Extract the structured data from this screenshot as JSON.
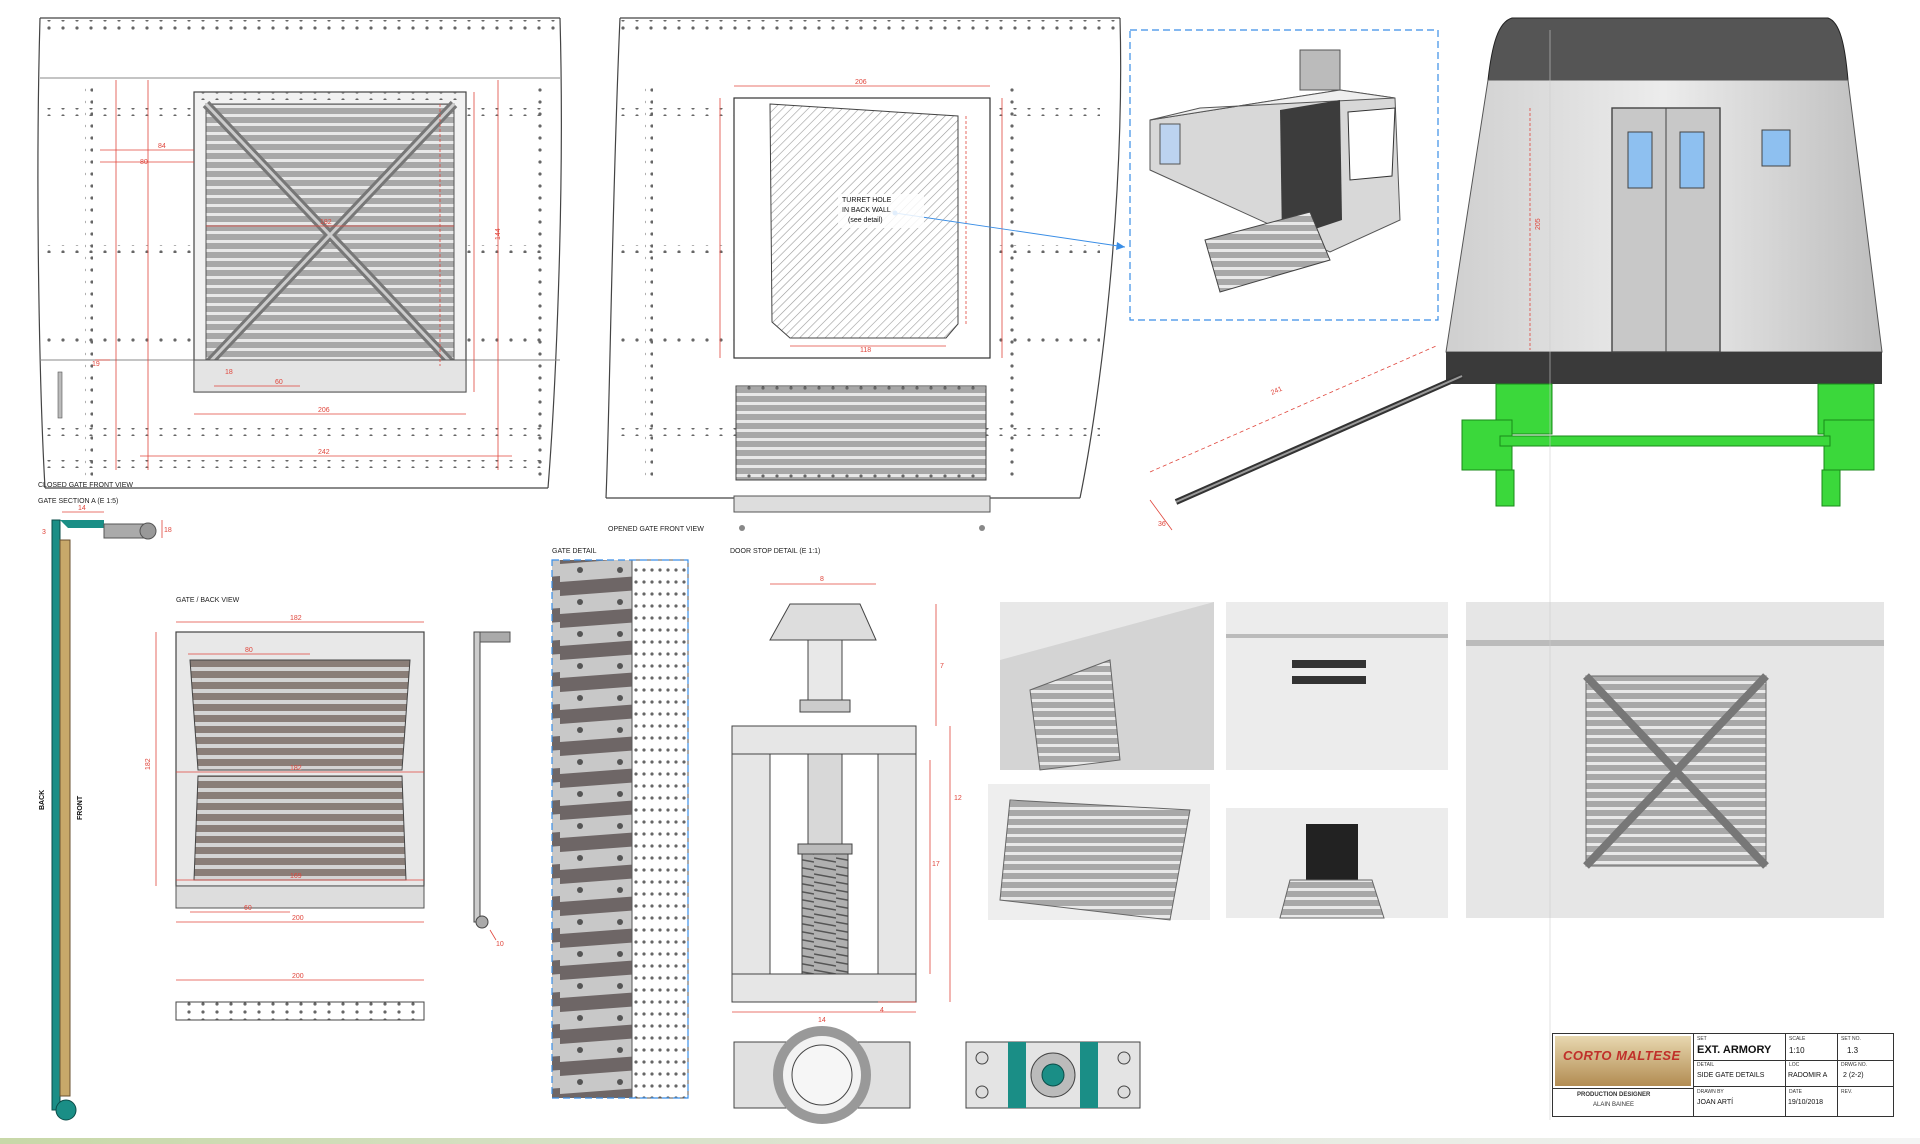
{
  "views": {
    "closed_gate_front": "CLOSED GATE FRONT VIEW",
    "gate_section": "GATE SECTION A (E 1:5)",
    "opened_gate_front": "OPENED GATE FRONT VIEW",
    "gate_back": "GATE / BACK VIEW",
    "gate_detail": "GATE DETAIL",
    "door_stop_detail": "DOOR STOP DETAIL (E 1:1)"
  },
  "annotations": {
    "turret_hole": [
      "TURRET HOLE",
      "IN BACK WALL",
      "(see detail)"
    ],
    "back": "BACK",
    "front": "FRONT"
  },
  "dims": {
    "closed_width": "206",
    "closed_outer": "242",
    "closed_inner": "182",
    "closed_h": "144",
    "closed_a": "84",
    "closed_b": "80",
    "closed_c": "60",
    "closed_d": "18",
    "closed_e": "19",
    "open_width": "206",
    "open_inner": "118",
    "gate_w": "182",
    "gate_base": "200",
    "gate_inner": "169",
    "gate_h": "182",
    "gate_top": "80",
    "gate_60": "60",
    "side_10": "10",
    "stop_8": "8",
    "stop_14": "14",
    "stop_4": "4",
    "stop_17": "17",
    "stop_7": "7",
    "stop_12": "12",
    "ramp_241": "241",
    "door_205": "205",
    "sec_14": "14",
    "sec_3": "3",
    "sec_18": "18",
    "ramp_36": "36"
  },
  "title_block": {
    "logo": "CORTO MALTESE",
    "set_label": "SET",
    "set": "EXT. ARMORY",
    "scale_label": "SCALE",
    "scale": "1:10",
    "set_no_label": "SET NO.",
    "set_no": "1.3",
    "detail_label": "DETAIL",
    "detail": "SIDE GATE DETAILS",
    "loc_label": "LOC",
    "loc": "RADOMIR A",
    "drwg_label": "DRWG NO.",
    "drwg": "2 (2-2)",
    "pd_label": "PRODUCTION DESIGNER",
    "pd": "ALAIN BAINEE",
    "drawn_label": "DRAWN BY",
    "drawn": "JOAN ARTÍ",
    "date_label": "DATE",
    "date": "19/10/2018",
    "rev_label": "REV."
  },
  "colors": {
    "dim_red": "#e0463c",
    "highlight_green": "#3bd83b",
    "detail_blue": "#3a8ee6",
    "teal": "#1a8e86",
    "wood": "#c8a86a",
    "slat": "#8a7e78"
  }
}
